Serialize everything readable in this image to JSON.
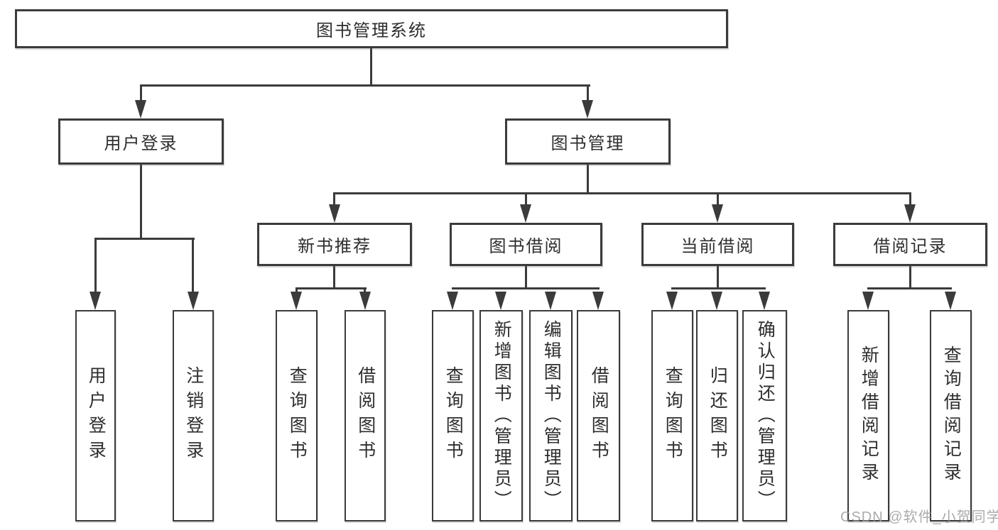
{
  "diagram": {
    "title": "图书管理系统",
    "level2": [
      {
        "label": "用户登录"
      },
      {
        "label": "图书管理"
      }
    ],
    "level3": [
      {
        "label": "新书推荐",
        "parent": "图书管理"
      },
      {
        "label": "图书借阅",
        "parent": "图书管理"
      },
      {
        "label": "当前借阅",
        "parent": "图书管理"
      },
      {
        "label": "借阅记录",
        "parent": "图书管理"
      }
    ],
    "leaves": [
      {
        "label": "用户登录",
        "parent": "用户登录"
      },
      {
        "label": "注销登录",
        "parent": "用户登录"
      },
      {
        "label": "查询图书",
        "parent": "新书推荐"
      },
      {
        "label": "借阅图书",
        "parent": "新书推荐"
      },
      {
        "label": "查询图书",
        "parent": "图书借阅"
      },
      {
        "label": "新增图书（管理员）",
        "parent": "图书借阅"
      },
      {
        "label": "编辑图书（管理员）",
        "parent": "图书借阅"
      },
      {
        "label": "借阅图书",
        "parent": "图书借阅"
      },
      {
        "label": "查询图书",
        "parent": "当前借阅"
      },
      {
        "label": "归还图书",
        "parent": "当前借阅"
      },
      {
        "label": "确认归还（管理员）",
        "parent": "当前借阅"
      },
      {
        "label": "新增借阅记录",
        "parent": "借阅记录"
      },
      {
        "label": "查询借阅记录",
        "parent": "借阅记录"
      }
    ]
  },
  "watermark": "CSDN @软件_小贺同学",
  "colors": {
    "line": "#3b3b3b",
    "text": "#2e2e2e",
    "background": "#ffffff",
    "watermark": "#969696"
  }
}
